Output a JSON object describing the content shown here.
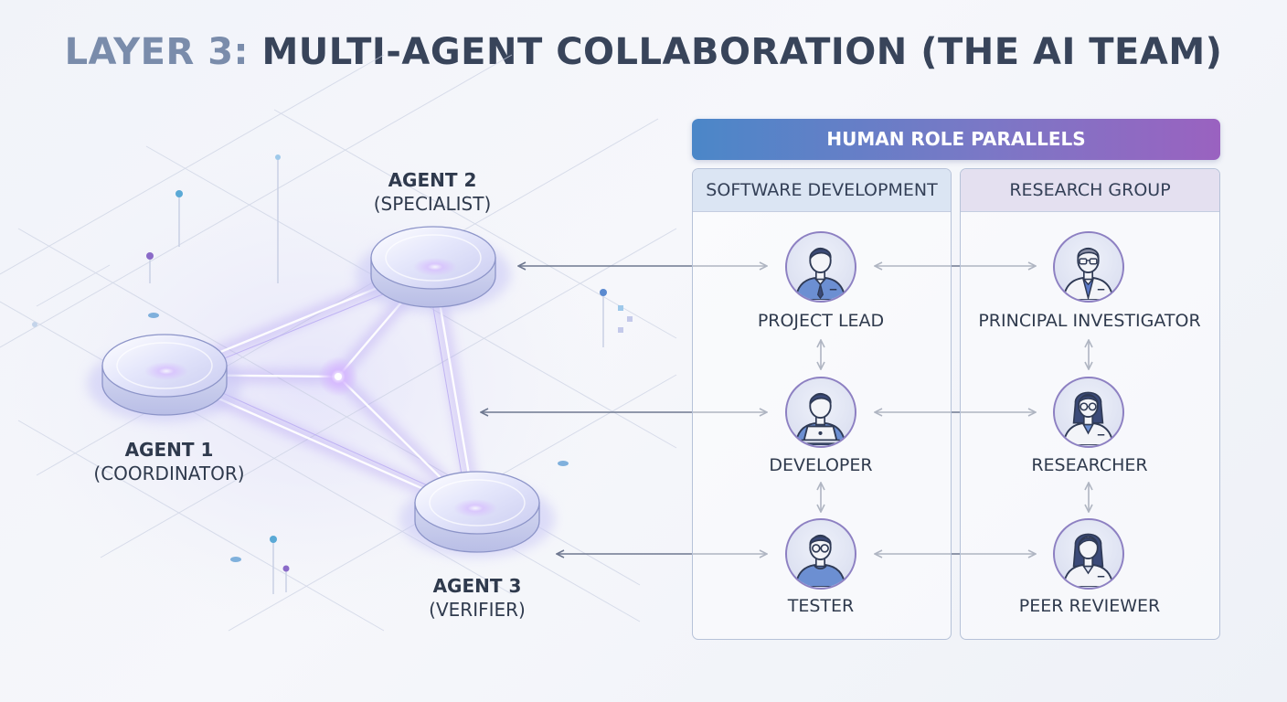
{
  "title": {
    "prefix": "LAYER 3:",
    "main": "MULTI-AGENT COLLABORATION (THE AI TEAM)"
  },
  "agents": [
    {
      "name": "AGENT 1",
      "role": "(COORDINATOR)"
    },
    {
      "name": "AGENT 2",
      "role": "(SPECIALIST)"
    },
    {
      "name": "AGENT 3",
      "role": "(VERIFIER)"
    }
  ],
  "parallels": {
    "banner": "HUMAN ROLE PARALLELS",
    "columns": [
      {
        "header": "SOFTWARE DEVELOPMENT",
        "roles": [
          "PROJECT LEAD",
          "DEVELOPER",
          "TESTER"
        ]
      },
      {
        "header": "RESEARCH GROUP",
        "roles": [
          "PRINCIPAL INVESTIGATOR",
          "RESEARCHER",
          "PEER REVIEWER"
        ]
      }
    ]
  },
  "colors": {
    "accent_blue": "#4b87c8",
    "accent_purple": "#9a62c0",
    "title_prefix": "#7a8cab",
    "title_main": "#38445a",
    "connection_glow": "#a890f0",
    "arrow": "#6e7890"
  },
  "icons": {
    "project_lead": "person-tie-icon",
    "developer": "person-laptop-icon",
    "tester": "person-glasses-icon",
    "principal_investigator": "person-glasses-coat-icon",
    "researcher": "woman-glasses-icon",
    "peer_reviewer": "woman-icon"
  }
}
